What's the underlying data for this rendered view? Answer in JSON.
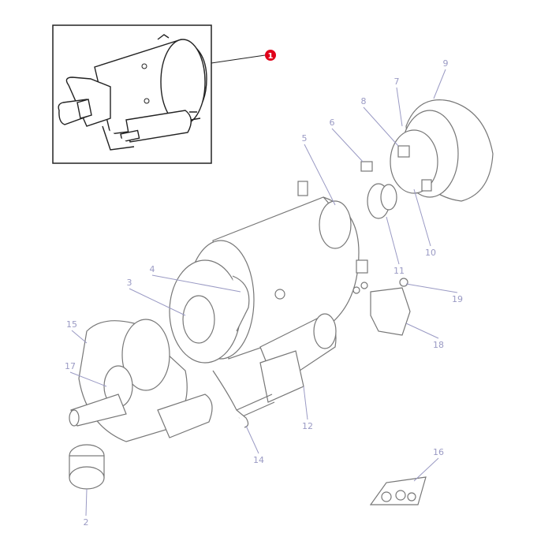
{
  "diagram": {
    "callout": {
      "label": "1",
      "color": "#e0001a"
    },
    "part_labels": [
      "9",
      "7",
      "8",
      "6",
      "5",
      "10",
      "11",
      "19",
      "4",
      "3",
      "15",
      "17",
      "18",
      "12",
      "14",
      "16",
      "2"
    ],
    "label_color": "#9a9ac4"
  }
}
